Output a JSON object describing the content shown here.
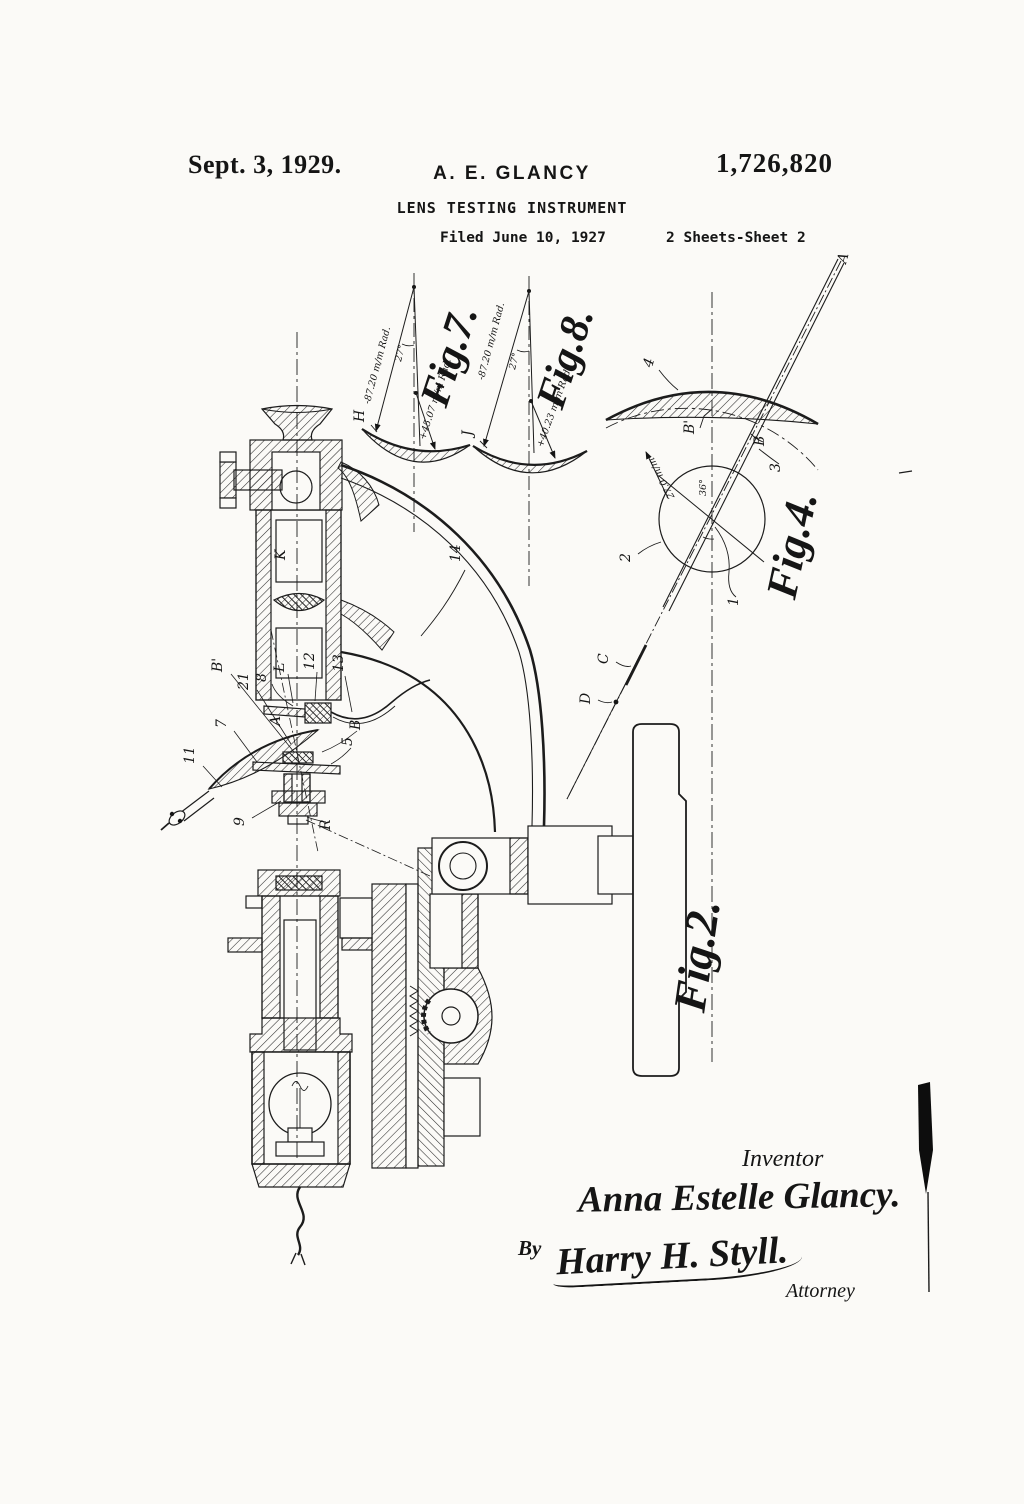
{
  "header": {
    "date": "Sept. 3, 1929.",
    "inventor": "A. E. GLANCY",
    "patent_number": "1,726,820",
    "title": "LENS TESTING INSTRUMENT",
    "filed": "Filed June 10, 1927",
    "sheet": "2 Sheets-Sheet 2"
  },
  "fig7": {
    "title": "Fig.7.",
    "r_outer": "-87.20 m/m Rad.",
    "r_inner": "+45.07 m/m Rad.",
    "angle": "27°",
    "point": "H"
  },
  "fig8": {
    "title": "Fig.8.",
    "r_outer": "-87.20 m/m Rad.",
    "r_inner": "+40.23 m/m Rad.",
    "angle": "27°",
    "point": "J"
  },
  "fig4": {
    "title": "Fig.4.",
    "radius": "27.0 m/m",
    "angle": "36°",
    "ray": "A",
    "lens": "4",
    "circle": "2",
    "line": "1",
    "ray_point": "3",
    "vertex": "B'",
    "point_b": "B"
  },
  "fig2": {
    "title": "Fig.2.",
    "eyepiece": "K",
    "arm": "14",
    "axis_point": "B'",
    "p21": "21",
    "p8": "8",
    "pL": "L",
    "p12": "12",
    "p13": "13",
    "pA": "A",
    "p5": "5",
    "pB": "B",
    "p7": "7",
    "p11": "11",
    "p9": "9",
    "pR": "R",
    "pD": "D",
    "pC": "C"
  },
  "signature": {
    "inventor_label": "Inventor",
    "inventor_name": "Anna Estelle Glancy.",
    "by_label": "By",
    "attorney_name": "Harry H. Styll.",
    "attorney_label": "Attorney"
  }
}
